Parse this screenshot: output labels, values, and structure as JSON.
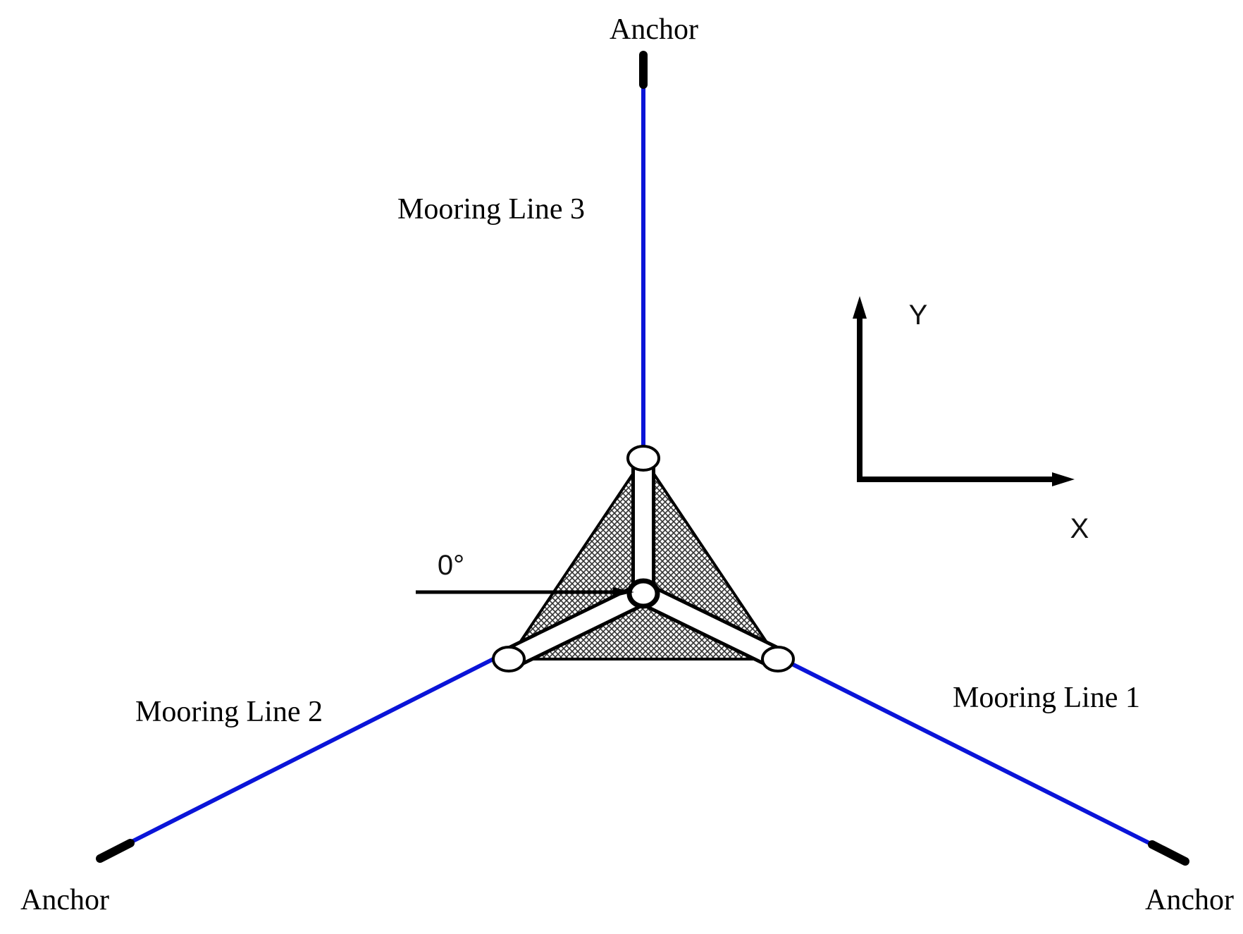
{
  "labels": {
    "anchor_top": "Anchor",
    "anchor_left": "Anchor",
    "anchor_right": "Anchor",
    "line_1": "Mooring Line 1",
    "line_2": "Mooring Line 2",
    "line_3": "Mooring Line 3",
    "axis_x": "X",
    "axis_y": "Y",
    "heading_angle": "0°"
  },
  "colors": {
    "mooring_line": "#0a14d8",
    "anchor": "#000000",
    "platform_hatch": "#333333",
    "background": "#ffffff"
  },
  "icons": {
    "anchor": "anchor-marker",
    "platform": "semi-submersible-platform",
    "axes": "coordinate-axes-arrows",
    "heading": "wave-direction-arrow"
  }
}
